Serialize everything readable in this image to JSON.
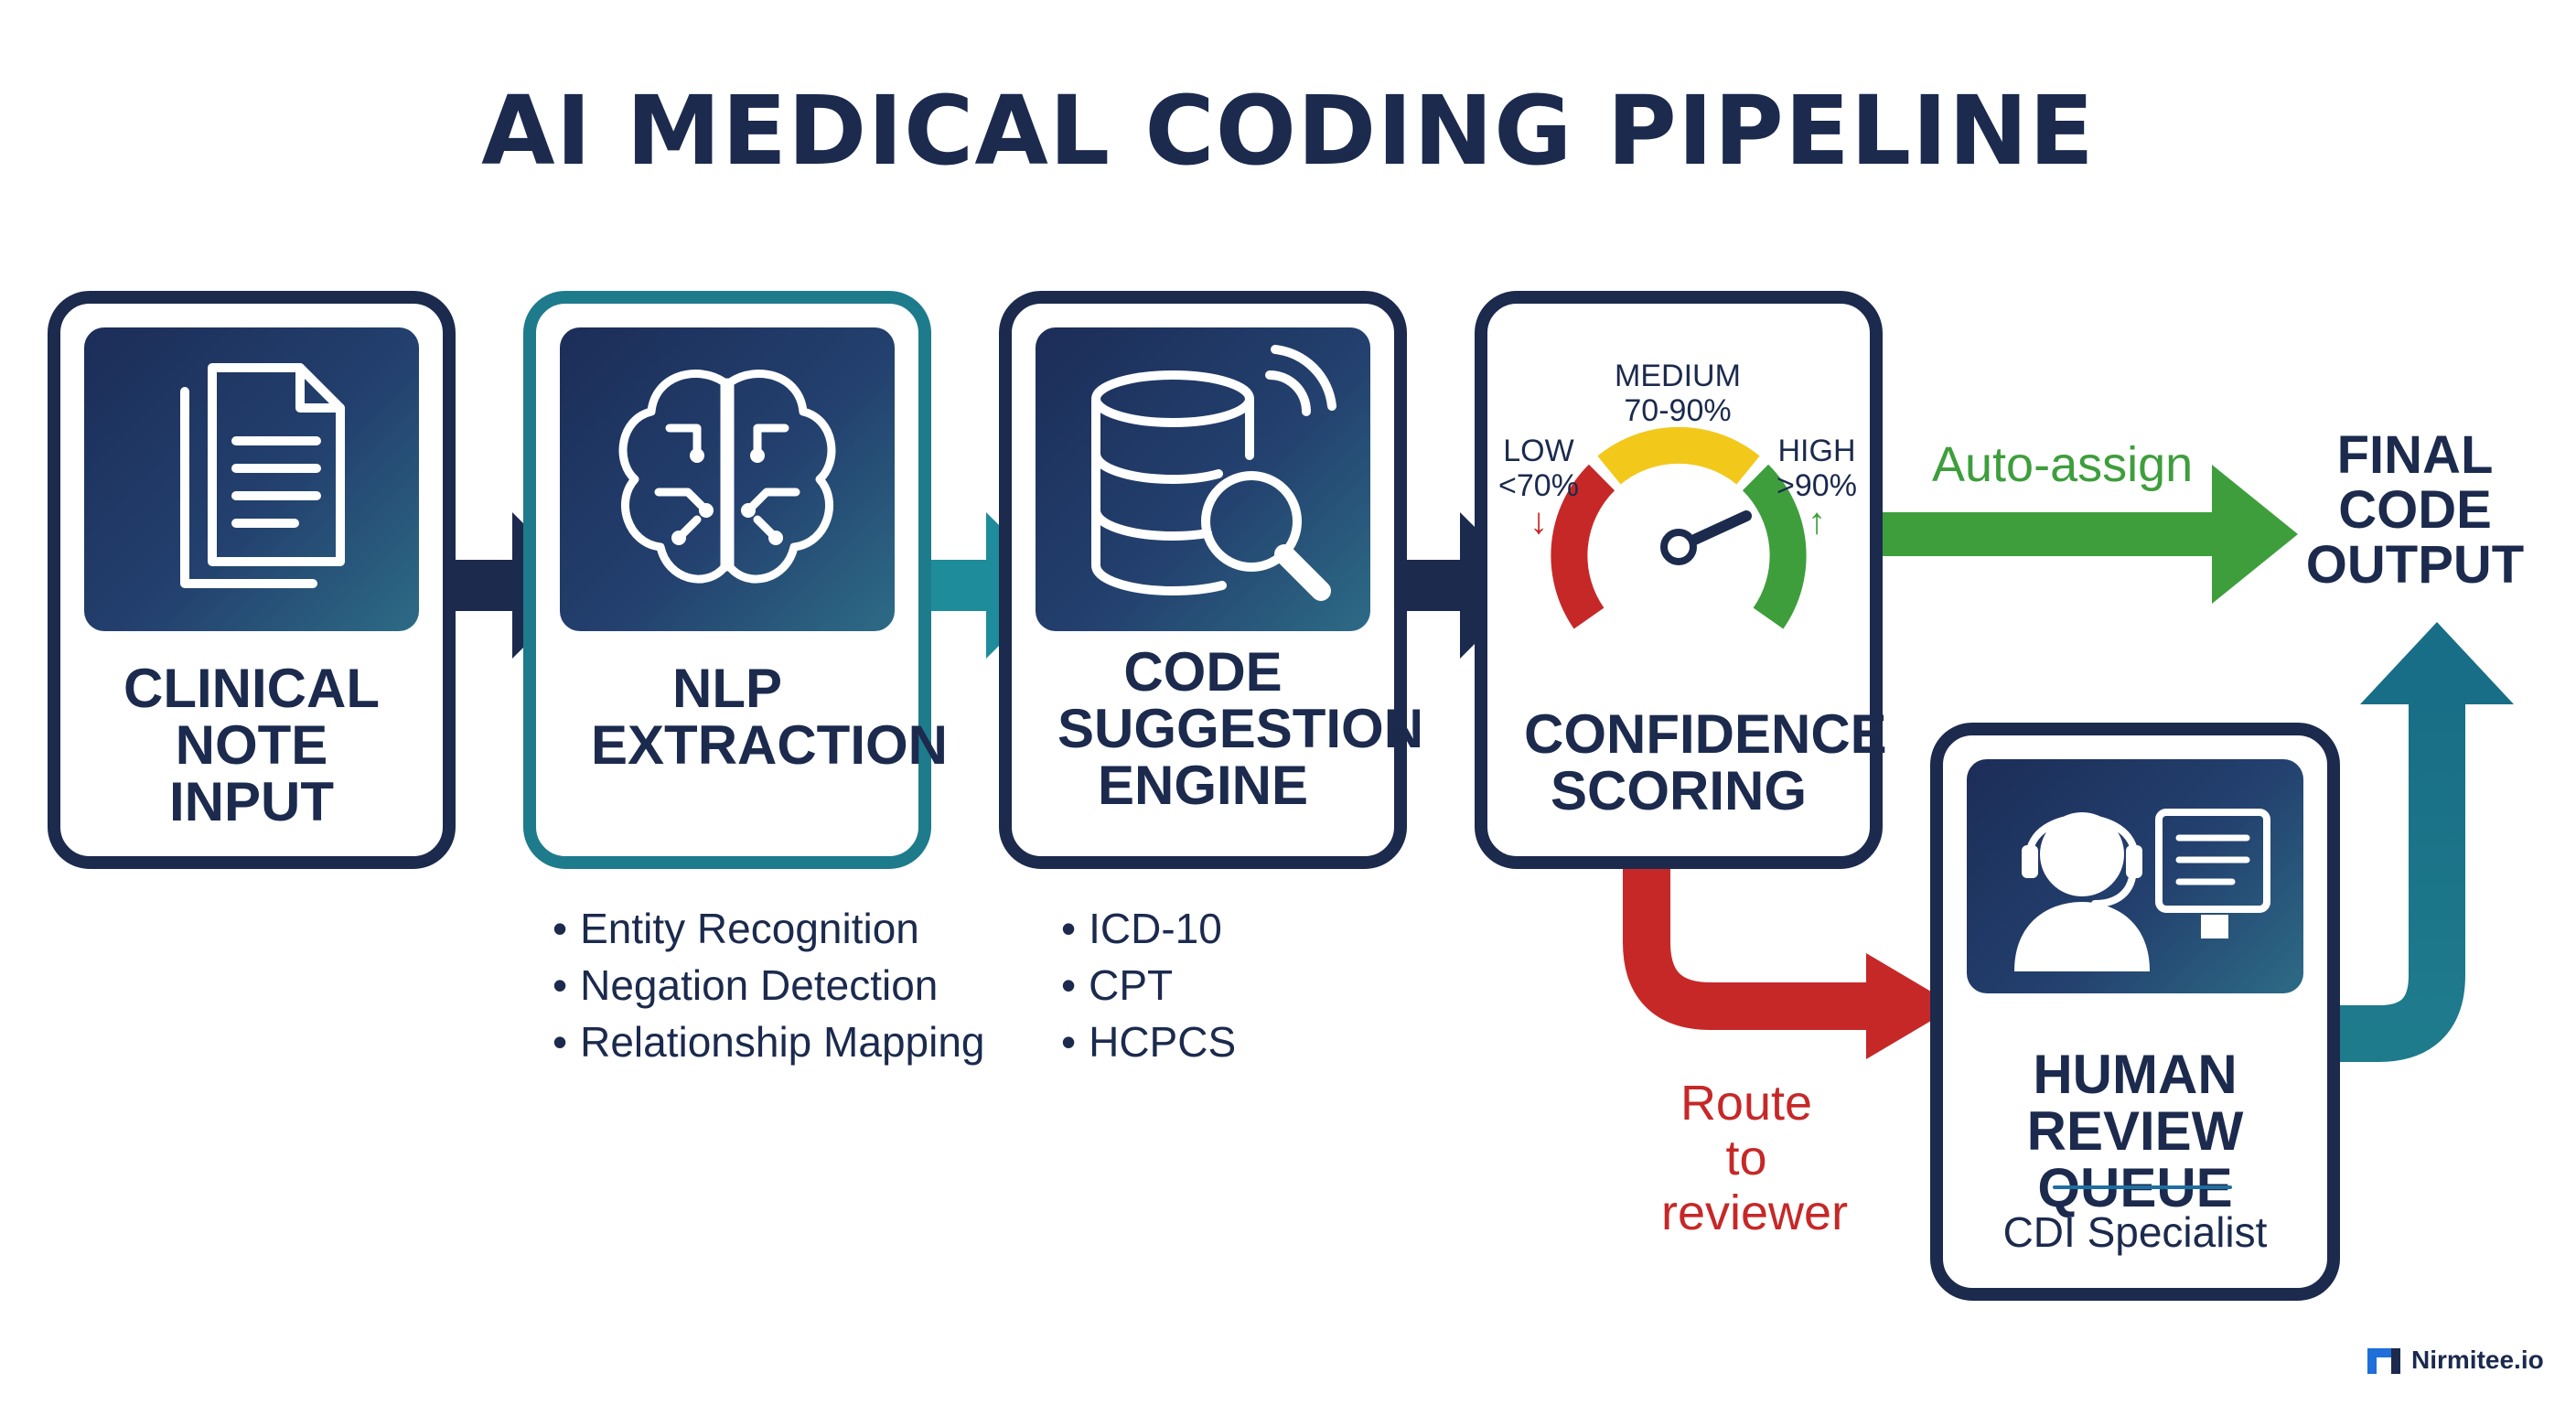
{
  "title": "AI MEDICAL CODING PIPELINE",
  "steps": [
    {
      "id": "clinical",
      "label": "CLINICAL NOTE INPUT",
      "icon": "document-icon",
      "border": "#1b2a4d"
    },
    {
      "id": "nlp",
      "label": "NLP EXTRACTION",
      "icon": "brain-circuit-icon",
      "border": "#1e7b8c",
      "bullets": [
        "Entity Recognition",
        "Negation Detection",
        "Relationship Mapping"
      ]
    },
    {
      "id": "code",
      "label": "CODE SUGGESTION ENGINE",
      "icon": "database-search-icon",
      "border": "#1b2a4d",
      "bullets": [
        "ICD-10",
        "CPT",
        "HCPCS"
      ]
    },
    {
      "id": "confidence",
      "label": "CONFIDENCE SCORING",
      "icon": "gauge-icon",
      "border": "#1b2a4d"
    }
  ],
  "gauge": {
    "low": {
      "name": "LOW",
      "range": "<70%",
      "color": "#c62828"
    },
    "medium": {
      "name": "MEDIUM",
      "range": "70-90%",
      "color": "#f2c81b"
    },
    "high": {
      "name": "HIGH",
      "range": ">90%",
      "color": "#3e9e3c"
    }
  },
  "auto_assign": {
    "label": "Auto-assign",
    "color": "#3e9e3c"
  },
  "route": {
    "label_line1": "Route to",
    "label_line2": "reviewer",
    "color": "#c62828"
  },
  "review": {
    "title": "HUMAN REVIEW QUEUE",
    "subtitle": "CDI Specialist",
    "icon": "reviewer-headset-icon"
  },
  "final": {
    "label": "FINAL CODE OUTPUT"
  },
  "brand": {
    "name": "Nirmitee.io",
    "icon": "nirmitee-logo-icon"
  },
  "colors": {
    "navy": "#1b2a4d",
    "teal": "#1e7b8c"
  }
}
